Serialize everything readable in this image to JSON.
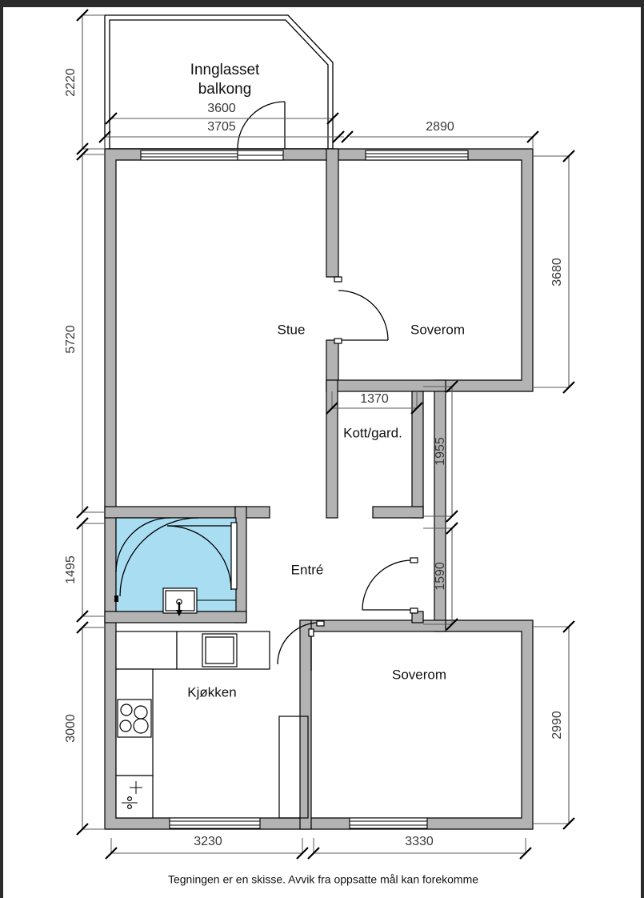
{
  "document": {
    "type": "floor-plan",
    "language": "no",
    "footer_note": "Tegningen er en skisse. Avvik fra oppsatte mål kan forekomme"
  },
  "colors": {
    "wall_fill": "#b3b3b3",
    "wall_stroke": "#000000",
    "bathroom_fill": "#a8ddf2",
    "dimension_line": "#5a5a5a",
    "label_text": "#111111",
    "dimension_text": "#3a3a3a",
    "page_background": "#ffffff",
    "border_band": "#2b2b2b"
  },
  "rooms": [
    {
      "id": "balcony",
      "label": "Innglasset\nbalkong",
      "label_line1": "Innglasset",
      "label_line2": "balkong"
    },
    {
      "id": "stue",
      "label": "Stue"
    },
    {
      "id": "soverom_top",
      "label": "Soverom"
    },
    {
      "id": "kott",
      "label": "Kott/gard."
    },
    {
      "id": "entre",
      "label": "Entré"
    },
    {
      "id": "kjokken",
      "label": "Kjøkken"
    },
    {
      "id": "soverom_bot",
      "label": "Soverom"
    }
  ],
  "labels": {
    "balcony_line1": "Innglasset",
    "balcony_line2": "balkong",
    "stue": "Stue",
    "soverom_top": "Soverom",
    "kott": "Kott/gard.",
    "entre": "Entré",
    "kjokken": "Kjøkken",
    "soverom_bottom": "Soverom"
  },
  "dimensions": {
    "left": [
      {
        "name": "balcony-height",
        "value": "2220",
        "orientation": "vertical"
      },
      {
        "name": "stue-height",
        "value": "5720",
        "orientation": "vertical"
      },
      {
        "name": "bath-height",
        "value": "1495",
        "orientation": "vertical"
      },
      {
        "name": "kitchen-height",
        "value": "3000",
        "orientation": "vertical"
      }
    ],
    "top": [
      {
        "name": "balcony-width-inner",
        "value": "3600",
        "orientation": "horizontal"
      },
      {
        "name": "balcony-width-outer",
        "value": "3705",
        "orientation": "horizontal"
      },
      {
        "name": "bedroom-top-width",
        "value": "2890",
        "orientation": "horizontal"
      }
    ],
    "right": [
      {
        "name": "soverom-top-height",
        "value": "3680",
        "orientation": "vertical"
      },
      {
        "name": "soverom-bottom-height",
        "value": "2990",
        "orientation": "vertical"
      }
    ],
    "interior": [
      {
        "name": "kott-width",
        "value": "1370",
        "orientation": "horizontal"
      },
      {
        "name": "kott-depth",
        "value": "1955",
        "orientation": "vertical"
      },
      {
        "name": "entre-passage",
        "value": "1590",
        "orientation": "vertical"
      }
    ],
    "bottom": [
      {
        "name": "kitchen-width",
        "value": "3230",
        "orientation": "horizontal"
      },
      {
        "name": "soverom-bottom-width",
        "value": "3330",
        "orientation": "horizontal"
      }
    ]
  },
  "fixtures": [
    {
      "name": "stove-cooktop",
      "room": "kjokken",
      "burners": 4
    },
    {
      "name": "kitchen-sink",
      "room": "kjokken"
    },
    {
      "name": "counter-appliance",
      "room": "kjokken"
    },
    {
      "name": "washbasin",
      "room": "bathroom"
    },
    {
      "name": "shower-area",
      "room": "bathroom"
    }
  ],
  "openings": {
    "doors": [
      {
        "name": "balcony-door",
        "swing": "into-balcony"
      },
      {
        "name": "stue-soverom-door",
        "swing": "into-bedroom"
      },
      {
        "name": "entre-soverom-door",
        "swing": "into-entre"
      },
      {
        "name": "entre-kjokken-door",
        "swing": "into-entre"
      },
      {
        "name": "bathroom-door-left",
        "swing": "into-bathroom"
      },
      {
        "name": "bathroom-door-right",
        "swing": "into-bathroom"
      }
    ],
    "windows": [
      {
        "name": "stue-window-north"
      },
      {
        "name": "balcony-door-window"
      },
      {
        "name": "soverom-top-window-north"
      },
      {
        "name": "kjokken-window-south"
      },
      {
        "name": "soverom-bottom-window-south"
      }
    ]
  }
}
